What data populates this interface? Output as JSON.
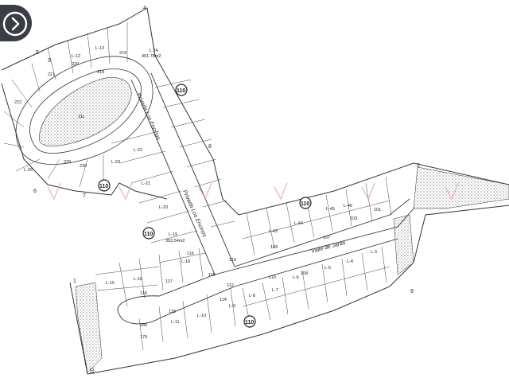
{
  "nav": {
    "icon": "arrow-right-circle-icon"
  },
  "streets": {
    "privada": "Privada Los Encinos",
    "valle": "Valle de Jaras"
  },
  "route_number": "110",
  "corner_markers": [
    "1",
    "2",
    "3",
    "4",
    "5",
    "6",
    "7",
    "8",
    "9",
    "10"
  ],
  "lots": [
    "L 24",
    "401.78m2",
    "219",
    "L-13",
    "218",
    "L-12",
    "220",
    "221",
    "222",
    "L-26",
    "229",
    "230",
    "L-22",
    "L-23",
    "111",
    "L-21",
    "L-20",
    "L-19",
    "353.54m2",
    "L-18",
    "L-16",
    "L-15",
    "117",
    "119",
    "118",
    "114",
    "113",
    "112",
    "110",
    "109",
    "108",
    "107",
    "L-43",
    "L-44",
    "L-45",
    "L-46",
    "101",
    "103",
    "L-3",
    "L-4",
    "L-5",
    "L-6",
    "L-7",
    "L-8",
    "L-9",
    "L-10",
    "L-11",
    "116",
    "115",
    "180",
    "179"
  ],
  "colors": {
    "line": "#333333",
    "hatch": "#555555",
    "watermark": "#e9a9ad"
  }
}
